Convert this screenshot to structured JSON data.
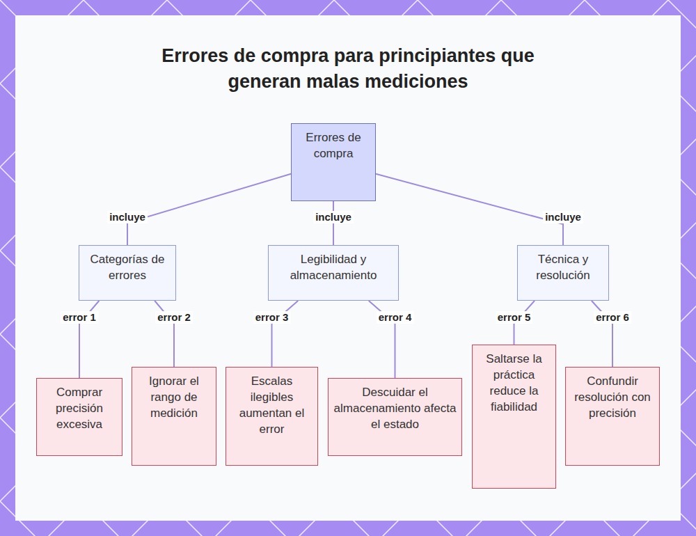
{
  "diagram": {
    "title": "Errores de compra para principiantes que generan malas mediciones",
    "nodes": [
      {
        "text": [
          "Errores de compra"
        ]
      },
      {
        "text": [
          "Categorías de errores"
        ]
      },
      {
        "text": [
          "Legibilidad y almacenamiento"
        ]
      },
      {
        "text": [
          "Técnica y resolución"
        ]
      },
      {
        "text": [
          "Comprar precisión excesiva"
        ]
      },
      {
        "text": [
          "Ignorar el rango de medición"
        ]
      },
      {
        "text": [
          "Escalas ilegibles aumentan el error"
        ]
      },
      {
        "text": [
          "Descuidar el almacenamiento afecta el estado"
        ]
      },
      {
        "text": [
          "Saltarse la práctica reduce la fiabilidad"
        ]
      },
      {
        "text": [
          "Confundir resolución con precisión"
        ]
      }
    ],
    "edges": [
      {
        "from": 0,
        "to": 1,
        "label": "incluye",
        "arrow": "none"
      },
      {
        "from": 0,
        "to": 2,
        "label": "incluye",
        "arrow": "none"
      },
      {
        "from": 0,
        "to": 3,
        "label": "incluye",
        "arrow": "none"
      },
      {
        "from": 1,
        "to": 4,
        "label": "error 1",
        "arrow": "none"
      },
      {
        "from": 1,
        "to": 5,
        "label": "error 2",
        "arrow": "none"
      },
      {
        "from": 2,
        "to": 6,
        "label": "error 3",
        "arrow": "none"
      },
      {
        "from": 2,
        "to": 7,
        "label": "error 4",
        "arrow": "none"
      },
      {
        "from": 3,
        "to": 8,
        "label": "error 5",
        "arrow": "none"
      },
      {
        "from": 3,
        "to": 9,
        "label": "error 6",
        "arrow": "none"
      }
    ]
  }
}
